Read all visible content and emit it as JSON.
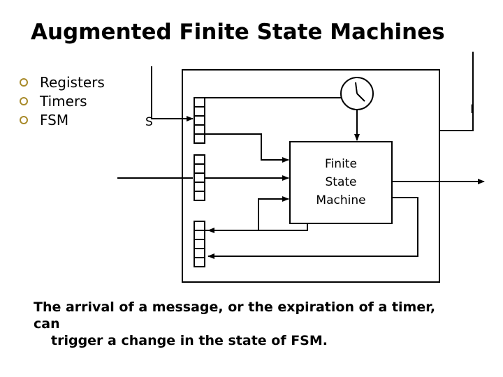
{
  "title": "Augmented Finite State Machines",
  "bullets": [
    "Registers",
    "Timers",
    "FSM"
  ],
  "diagram": {
    "input_label": "S",
    "output_label": "I",
    "fsm_label": [
      "Finite",
      "State",
      "Machine"
    ]
  },
  "caption": {
    "line1": "The arrival of a message, or the expiration of a timer, can",
    "line2": "trigger a change in the state of FSM."
  }
}
